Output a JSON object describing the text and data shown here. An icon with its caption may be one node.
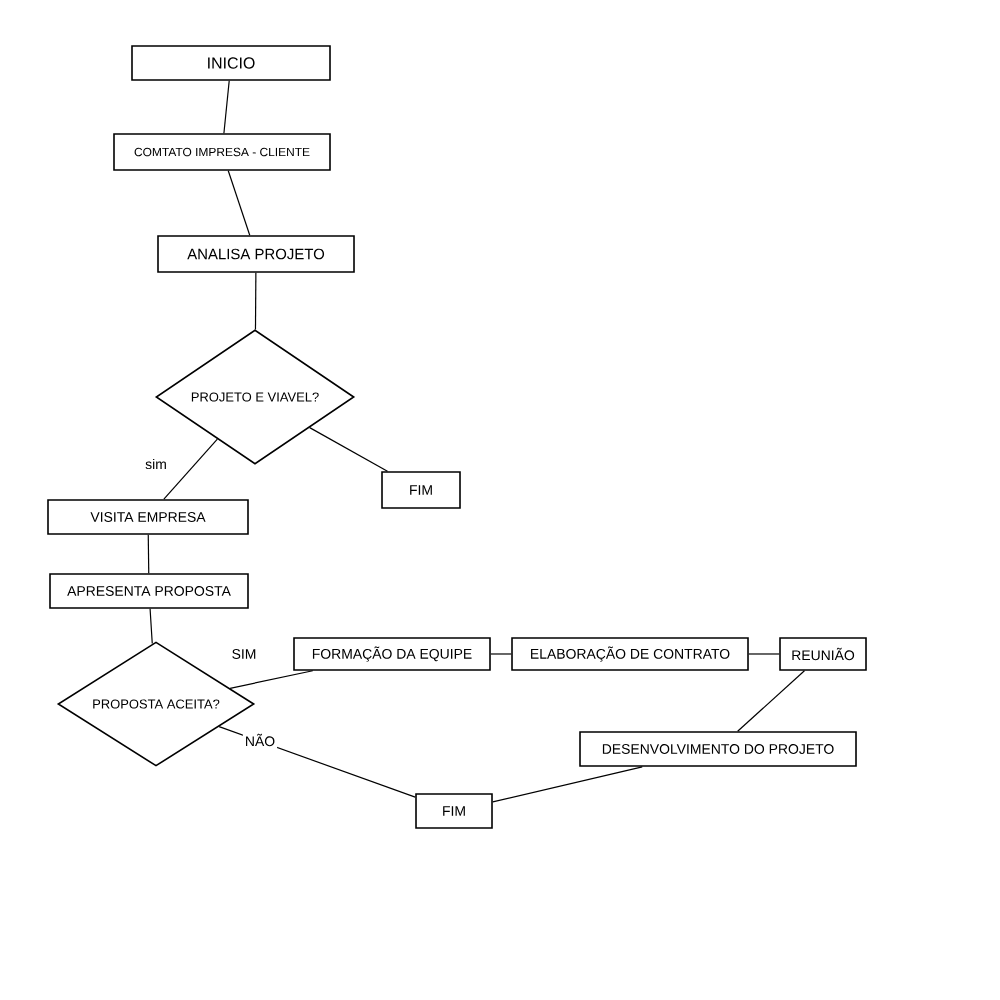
{
  "diagram": {
    "nodes": [
      {
        "text": [
          "INICIO"
        ]
      },
      {
        "text": [
          "COMTATO IMPRESA - CLIENTE"
        ]
      },
      {
        "text": [
          "ANALISA PROJETO"
        ]
      },
      {
        "text": [
          "PROJETO E VIAVEL?"
        ]
      },
      {
        "text": [
          "FIM"
        ]
      },
      {
        "text": [
          "VISITA EMPRESA"
        ]
      },
      {
        "text": [
          "APRESENTA PROPOSTA"
        ]
      },
      {
        "text": [
          "PROPOSTA ACEITA?"
        ]
      },
      {
        "text": [
          "FORMAÇÃO DA EQUIPE"
        ]
      },
      {
        "text": [
          "ELABORAÇÃO DE CONTRATO"
        ]
      },
      {
        "text": [
          "REUNIÃO"
        ]
      },
      {
        "text": [
          "DESENVOLVIMENTO DO PROJETO"
        ]
      },
      {
        "text": [
          "FIM"
        ]
      }
    ],
    "edges": [
      {
        "from": 0,
        "to": 1,
        "arrow": "none"
      },
      {
        "from": 1,
        "to": 2,
        "arrow": "none"
      },
      {
        "from": 2,
        "to": 3,
        "arrow": "none"
      },
      {
        "from": 3,
        "to": 5,
        "arrow": "none",
        "label": "sim"
      },
      {
        "from": 3,
        "to": 4,
        "arrow": "none"
      },
      {
        "from": 5,
        "to": 6,
        "arrow": "none"
      },
      {
        "from": 6,
        "to": 7,
        "arrow": "none"
      },
      {
        "from": 7,
        "to": 8,
        "arrow": "none",
        "label": "SIM"
      },
      {
        "from": 7,
        "to": 12,
        "arrow": "none",
        "label": "NÃO"
      },
      {
        "from": 8,
        "to": 9,
        "arrow": "none"
      },
      {
        "from": 9,
        "to": 10,
        "arrow": "none"
      },
      {
        "from": 10,
        "to": 11,
        "arrow": "none"
      },
      {
        "from": 11,
        "to": 12,
        "arrow": "none"
      }
    ]
  }
}
